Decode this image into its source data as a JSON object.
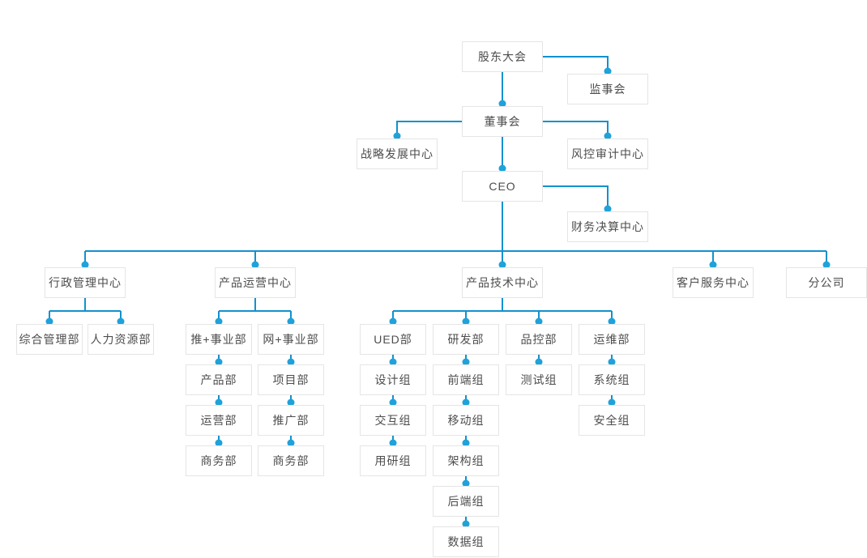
{
  "page": {
    "background": "#ffffff"
  },
  "colors": {
    "connector_line": "#1191ce",
    "connector_dot": "#1fa2da",
    "node_border": "#e5e5e5",
    "node_background": "#ffffff",
    "node_text": "#4d4d4d"
  },
  "org_chart": {
    "nodes": {
      "shareholders_meeting": {
        "label": "股东大会"
      },
      "supervisory_board": {
        "label": "监事会"
      },
      "board_of_directors": {
        "label": "董事会"
      },
      "strategic_development_center": {
        "label": "战略发展中心"
      },
      "risk_control_audit_center": {
        "label": "风控审计中心"
      },
      "ceo": {
        "label": "CEO"
      },
      "financial_settlement_center": {
        "label": "财务决算中心"
      },
      "administrative_management_center": {
        "label": "行政管理中心"
      },
      "product_operations_center": {
        "label": "产品运营中心"
      },
      "product_technology_center": {
        "label": "产品技术中心"
      },
      "customer_service_center": {
        "label": "客户服务中心"
      },
      "branch_company": {
        "label": "分公司"
      },
      "general_management_dept": {
        "label": "综合管理部"
      },
      "human_resources_dept": {
        "label": "人力资源部"
      },
      "tui_plus_division": {
        "label": "推+事业部"
      },
      "wang_plus_division": {
        "label": "网+事业部"
      },
      "ued_dept": {
        "label": "UED部"
      },
      "rnd_dept": {
        "label": "研发部"
      },
      "quality_control_dept": {
        "label": "品控部"
      },
      "operations_maintenance_dept": {
        "label": "运维部"
      },
      "product_dept": {
        "label": "产品部"
      },
      "project_dept": {
        "label": "项目部"
      },
      "design_team": {
        "label": "设计组"
      },
      "frontend_team": {
        "label": "前端组"
      },
      "testing_team": {
        "label": "测试组"
      },
      "system_team": {
        "label": "系统组"
      },
      "operation_dept": {
        "label": "运营部"
      },
      "promotion_dept": {
        "label": "推广部"
      },
      "interaction_team": {
        "label": "交互组"
      },
      "mobile_team": {
        "label": "移动组"
      },
      "security_team": {
        "label": "安全组"
      },
      "business_dept_left": {
        "label": "商务部"
      },
      "business_dept_right": {
        "label": "商务部"
      },
      "user_research_team": {
        "label": "用研组"
      },
      "architecture_team": {
        "label": "架构组"
      },
      "backend_team": {
        "label": "后端组"
      },
      "data_team": {
        "label": "数据组"
      }
    },
    "hierarchy": {
      "shareholders_meeting": [
        "supervisory_board",
        "board_of_directors"
      ],
      "board_of_directors": [
        "strategic_development_center",
        "risk_control_audit_center",
        "ceo"
      ],
      "ceo": [
        "financial_settlement_center",
        "administrative_management_center",
        "product_operations_center",
        "product_technology_center",
        "customer_service_center",
        "branch_company"
      ],
      "administrative_management_center": [
        "general_management_dept",
        "human_resources_dept"
      ],
      "product_operations_center": [
        "tui_plus_division",
        "wang_plus_division"
      ],
      "tui_plus_division": [
        "product_dept"
      ],
      "product_dept": [
        "operation_dept"
      ],
      "operation_dept": [
        "business_dept_left"
      ],
      "wang_plus_division": [
        "project_dept"
      ],
      "project_dept": [
        "promotion_dept"
      ],
      "promotion_dept": [
        "business_dept_right"
      ],
      "product_technology_center": [
        "ued_dept",
        "rnd_dept",
        "quality_control_dept",
        "operations_maintenance_dept"
      ],
      "ued_dept": [
        "design_team"
      ],
      "design_team": [
        "interaction_team"
      ],
      "interaction_team": [
        "user_research_team"
      ],
      "rnd_dept": [
        "frontend_team"
      ],
      "frontend_team": [
        "mobile_team"
      ],
      "mobile_team": [
        "architecture_team"
      ],
      "architecture_team": [
        "backend_team"
      ],
      "backend_team": [
        "data_team"
      ],
      "quality_control_dept": [
        "testing_team"
      ],
      "operations_maintenance_dept": [
        "system_team"
      ],
      "system_team": [
        "security_team"
      ]
    }
  }
}
